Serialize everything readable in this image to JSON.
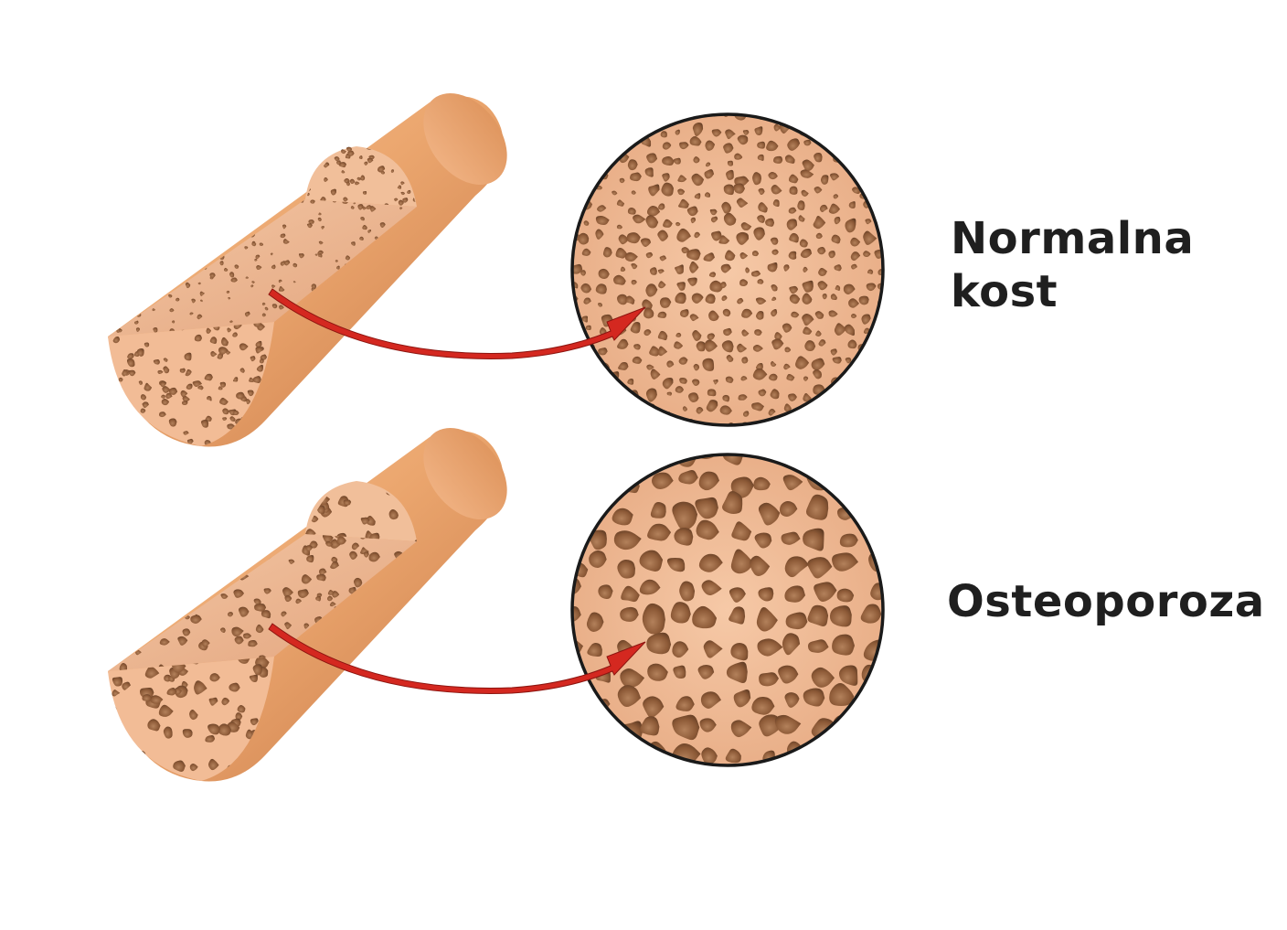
{
  "labels": {
    "normal_line1": "Normalna",
    "normal_line2": "kost",
    "osteoporosis": "Osteoporoza"
  },
  "colors": {
    "bone_light": "#f3b98c",
    "bone_mid": "#e9a06a",
    "bone_dark": "#c8794a",
    "pore": "#7a4d2e",
    "pore_light": "#b07a52",
    "arrow": "#d62a22",
    "outline": "#1a1a1a"
  },
  "panels": [
    {
      "name": "normal-bone",
      "pore_style": "small"
    },
    {
      "name": "osteoporosis-bone",
      "pore_style": "large"
    }
  ]
}
